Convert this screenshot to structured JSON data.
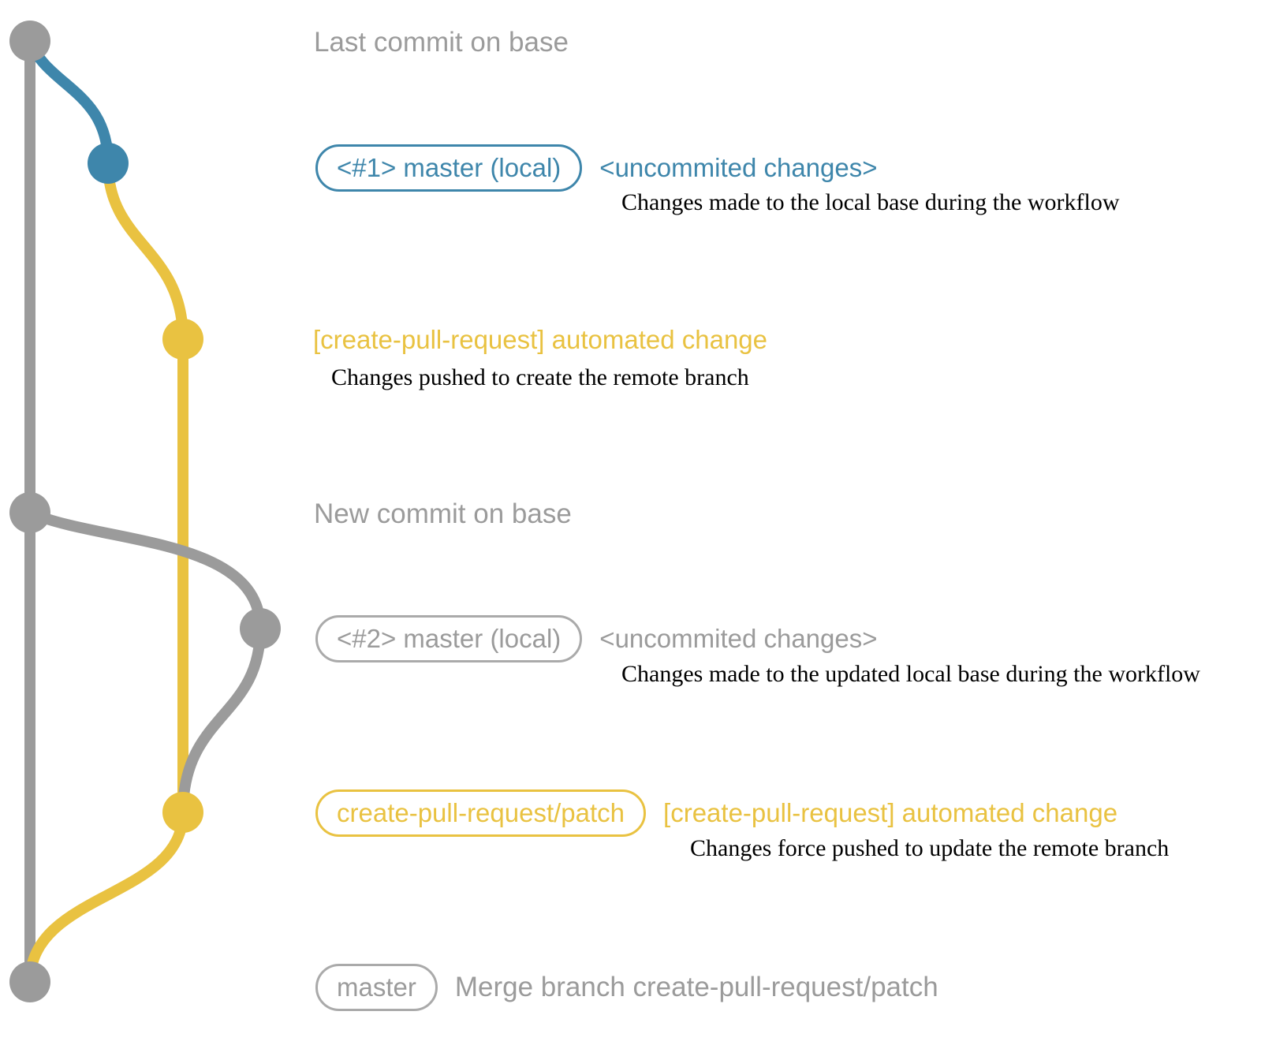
{
  "colors": {
    "base_gray": "#9b9b9b",
    "branch_blue": "#3e86ab",
    "branch_yellow": "#e9c241",
    "desc_black": "#000000"
  },
  "rows": {
    "row1": {
      "label": "Last commit on base"
    },
    "row2": {
      "badge": "<#1> master (local)",
      "note": "<uncommited changes>",
      "desc": "Changes made to the local base during the workflow"
    },
    "row3": {
      "note": "[create-pull-request] automated change",
      "desc": "Changes pushed to create the remote branch"
    },
    "row4": {
      "label": "New commit on base"
    },
    "row5": {
      "badge": "<#2> master (local)",
      "note": "<uncommited changes>",
      "desc": "Changes made to the updated local base during the workflow"
    },
    "row6": {
      "badge": "create-pull-request/patch",
      "note": "[create-pull-request] automated change",
      "desc": "Changes force pushed to update the remote branch"
    },
    "row7": {
      "badge": "master",
      "note": "Merge branch create-pull-request/patch"
    }
  }
}
